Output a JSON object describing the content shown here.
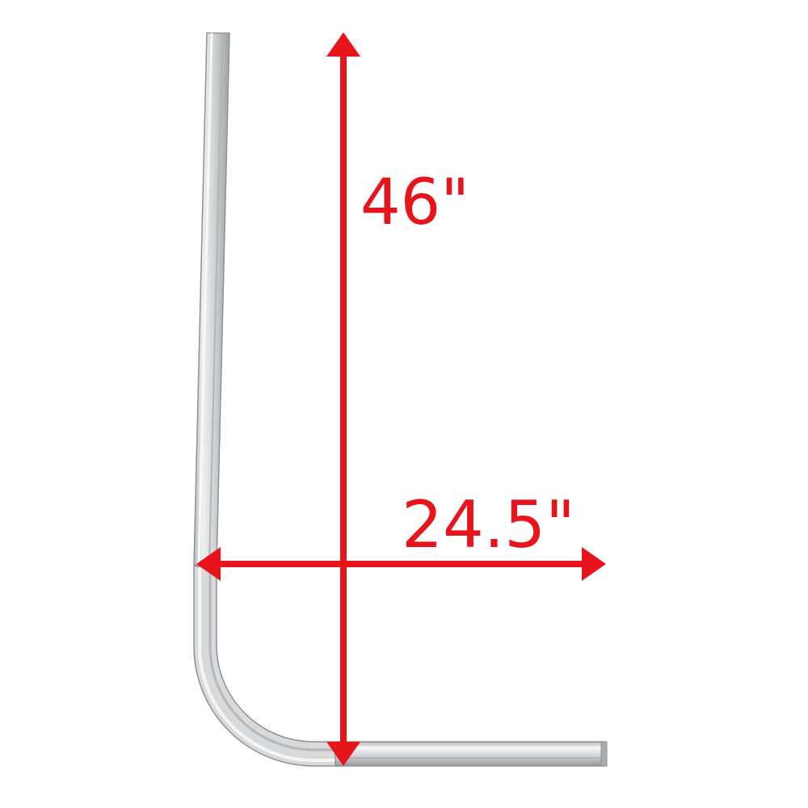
{
  "product": {
    "name": "bent-aluminum-square-tube"
  },
  "dimensions": {
    "height_label": "46\"",
    "width_label": "24.5\""
  },
  "colors": {
    "background": "#ffffff",
    "annotation": "#e8141c",
    "metal_light": "#e4e5e6",
    "metal_mid": "#c4c6c8",
    "metal_dark": "#8f9295"
  }
}
